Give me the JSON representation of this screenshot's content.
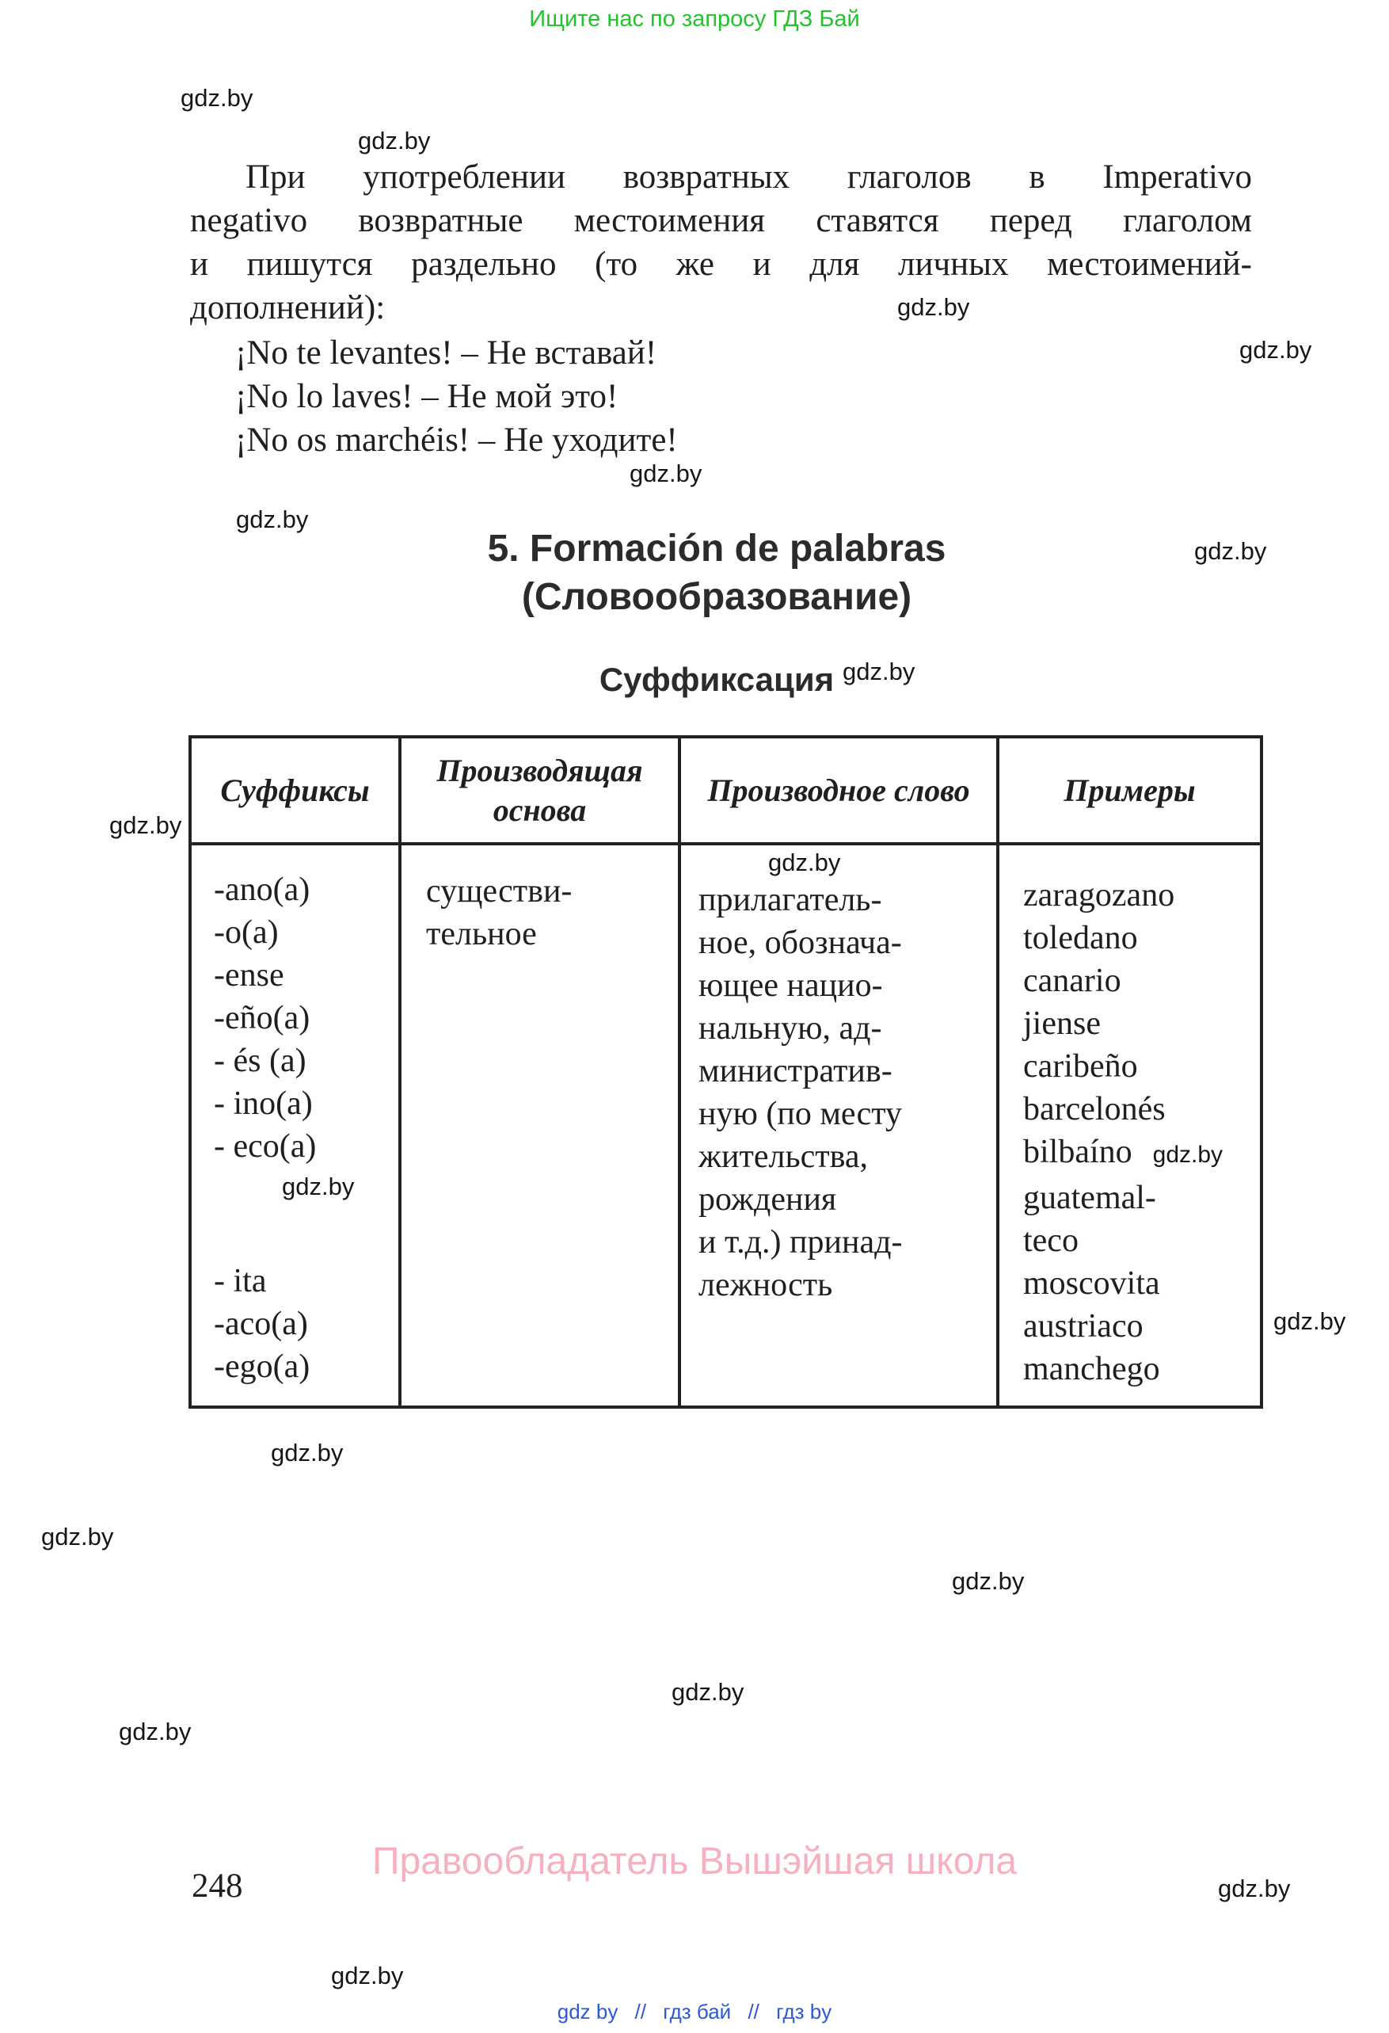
{
  "top_banner": {
    "text": "Ищите нас по запросу ГДЗ Бай",
    "color": "#22c32b"
  },
  "watermark": {
    "label": "gdz.by"
  },
  "paragraph": {
    "lines": [
      "При употреблении возвратных глаголов в Imperativo",
      "negativo возвратные местоимения ставятся перед глаголом",
      "и пишутся раздельно (то же и для личных местоимений-",
      "дополнений):"
    ]
  },
  "examples": [
    "¡No te levantes! – Не вставай!",
    "¡No lo laves! – Не мой это!",
    "¡No os marchéis! – Не уходите!"
  ],
  "section": {
    "title_line1": "5. Formación de palabras",
    "title_line2": "(Словообразование)",
    "subtitle": "Суффиксация"
  },
  "table": {
    "headers": [
      "Суффиксы",
      "Производящая основа",
      "Производное слово",
      "Примеры"
    ],
    "col1_top": [
      "-ano(a)",
      "-o(a)",
      "-ense",
      "-eño(a)",
      "- és (a)",
      "- ino(a)",
      "- eco(a)"
    ],
    "col1_bottom": [
      "- ita",
      "-aco(a)",
      "-ego(a)"
    ],
    "col2": [
      "существи-",
      "тельное"
    ],
    "col3": [
      "прилагатель-",
      "ное, обознача-",
      "ющее нацио-",
      "нальную, ад-",
      "министратив-",
      "ную (по месту",
      "жительства,",
      "рождения",
      "и т.д.) принад-",
      "лежность"
    ],
    "col4_top": [
      "zaragozano",
      "toledano",
      "canario",
      "jiense",
      "caribeño",
      "barcelonés"
    ],
    "col4_bilbaino": "bilbaíno",
    "col4_bottom": [
      "guatemal-",
      "teco",
      "moscovita",
      "austriaco",
      "manchego"
    ]
  },
  "footer": {
    "page_number": "248",
    "copyright": "Правообладатель Вышэйшая школа",
    "copyright_color": "#f6b1c0",
    "links": [
      "gdz by",
      "гдз бай",
      "гдз by"
    ],
    "link_separator": "//",
    "link_color": "#2b59d8"
  }
}
